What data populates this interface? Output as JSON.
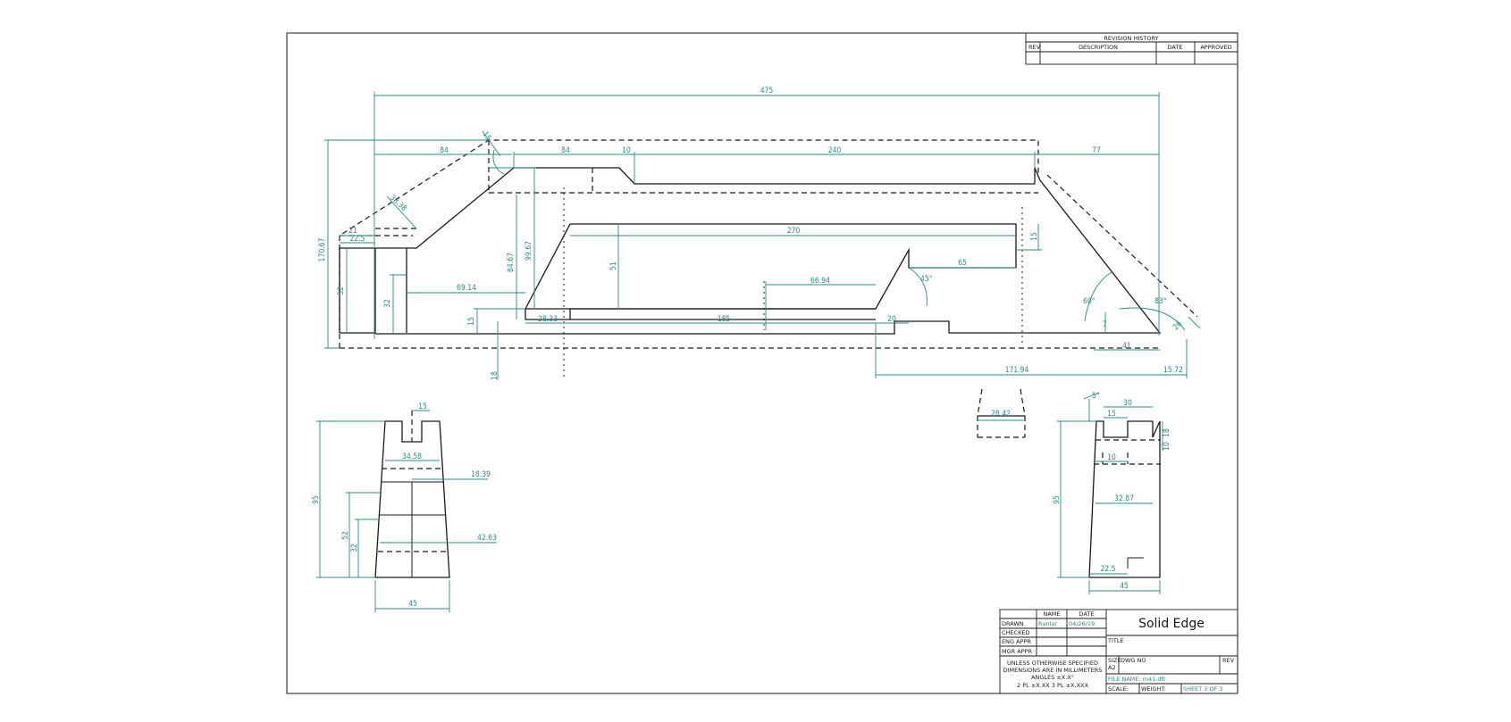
{
  "revision_history": {
    "title": "REVISION HISTORY",
    "columns": [
      "REV",
      "DESCRIPTION",
      "DATE",
      "APPROVED"
    ]
  },
  "title_block": {
    "col_name": "NAME",
    "col_date": "DATE",
    "rows": [
      "DRAWN",
      "CHECKED",
      "ENG APPR",
      "MGR APPR"
    ],
    "drawn_name": "Ranlar",
    "drawn_date": "04/26/19",
    "brand": "Solid Edge",
    "title_label": "TITLE",
    "note_1": "UNLESS OTHERWISE SPECIFIED",
    "note_2": "DIMENSIONS ARE IN MILLIMETERS",
    "note_3": "ANGLES ±X.X°",
    "note_4": "2 PL ±X.XX 3 PL ±X.XXX",
    "size_label": "SIZE",
    "size_value": "A2",
    "dwg_no_label": "DWG NO",
    "rev_label": "REV",
    "file_name": "FILE NAME: m41.dft",
    "scale_label": "SCALE:",
    "weight_label": "WEIGHT:",
    "sheet_label": "SHEET 3 OF 3"
  },
  "dimensions": {
    "d_475": "475",
    "d_84a": "84",
    "d_84b": "84",
    "d_10": "10",
    "d_240": "240",
    "d_77": "77",
    "d_17067": "170.67",
    "d_21": "21",
    "d_225": "22.5",
    "d_52a": "52",
    "d_32": "32",
    "d_8467": "84.67",
    "d_9967": "99.67",
    "d_6914": "69.14",
    "d_15a": "15",
    "d_18a": "18",
    "d_2833": "28.33",
    "d_185": "185",
    "d_270": "270",
    "d_51": "51",
    "d_15b": "15",
    "d_65": "65",
    "d_6694": "66.94",
    "d_20": "20",
    "d_45deg": "45°",
    "d_60deg": "60°",
    "d_83deg": "83°",
    "d_7": "7",
    "d_41": "41",
    "d_17194": "171.94",
    "d_1572": "15.72",
    "d_26": "26",
    "d_3838": "38.38",
    "d_15c": "15",
    "d_2842": "28.42",
    "d_15d": "15",
    "d_3458": "34.58",
    "d_1839": "18.39",
    "d_95a": "95",
    "d_52b": "52",
    "d_32b": "32",
    "d_4263": "42.63",
    "d_45a": "45",
    "d_5deg": "5°",
    "d_30": "30",
    "d_15e": "15",
    "d_18b": "18",
    "d_10b": "10",
    "d_10c": "10",
    "d_3287": "32.87",
    "d_95b": "95",
    "d_225b": "22.5",
    "d_45b": "45"
  }
}
